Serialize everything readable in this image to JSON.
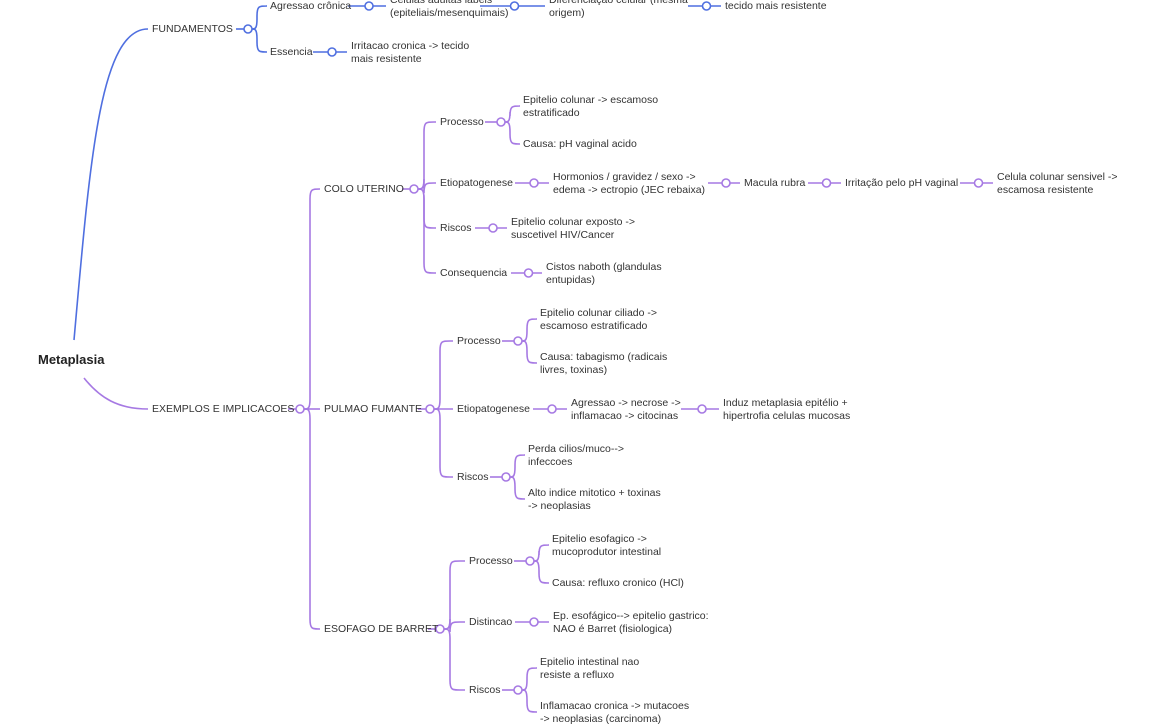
{
  "root": "Metaplasia",
  "colors": {
    "blue": "#4f6fe0",
    "purple": "#a679e3"
  },
  "fundamentos": {
    "label": "FUNDAMENTOS",
    "agressao": "Agressao crônica",
    "agressao_chain": [
      "Celulas adultas labeis\n(epiteliais/mesenquimais)",
      "Diferenciação celular (mesma\norigem)",
      "tecido mais resistente"
    ],
    "essencia": "Essencia",
    "essencia_desc": "Irritacao cronica -> tecido\nmais resistente"
  },
  "exemplos": {
    "label": "EXEMPLOS E IMPLICACOES"
  },
  "colo": {
    "label": "COLO UTERINO",
    "processo": "Processo",
    "processo_1": "Epitelio colunar -> escamoso\nestratificado",
    "processo_2": "Causa: pH vaginal acido",
    "etio": "Etiopatogenese",
    "etio_chain": [
      "Hormonios / gravidez / sexo ->\nedema -> ectropio (JEC rebaixa)",
      "Macula rubra",
      "Irritação pelo pH vaginal",
      "Celula colunar sensivel ->\nescamosa resistente"
    ],
    "riscos": "Riscos",
    "riscos_1": "Epitelio colunar exposto ->\nsuscetivel HIV/Cancer",
    "consequencia": "Consequencia",
    "consequencia_1": "Cistos naboth (glandulas\nentupidas)"
  },
  "pulmao": {
    "label": "PULMAO FUMANTE",
    "processo": "Processo",
    "processo_1": "Epitelio colunar ciliado ->\nescamoso estratificado",
    "processo_2": "Causa: tabagismo (radicais\nlivres, toxinas)",
    "etio": "Etiopatogenese",
    "etio_chain": [
      "Agressao -> necrose ->\ninflamacao -> citocinas",
      "Induz metaplasia epitélio +\nhipertrofia  celulas mucosas"
    ],
    "riscos": "Riscos",
    "riscos_1": "Perda cilios/muco-->\n infeccoes",
    "riscos_2": "Alto indice mitotico + toxinas\n-> neoplasias"
  },
  "barret": {
    "label": "ESOFAGO DE BARRET",
    "processo": "Processo",
    "processo_1": "Epitelio esofagico ->\nmucoprodutor intestinal",
    "processo_2": "Causa: refluxo cronico (HCl)",
    "distincao": "Distincao",
    "distincao_1": "Ep. esofágico--> epitelio gastrico:\nNAO é  Barret (fisiologica)",
    "riscos": "Riscos",
    "riscos_1": "Epitelio intestinal nao\nresiste a refluxo",
    "riscos_2": "Inflamacao cronica -> mutacoes\n-> neoplasias (carcinoma)"
  }
}
